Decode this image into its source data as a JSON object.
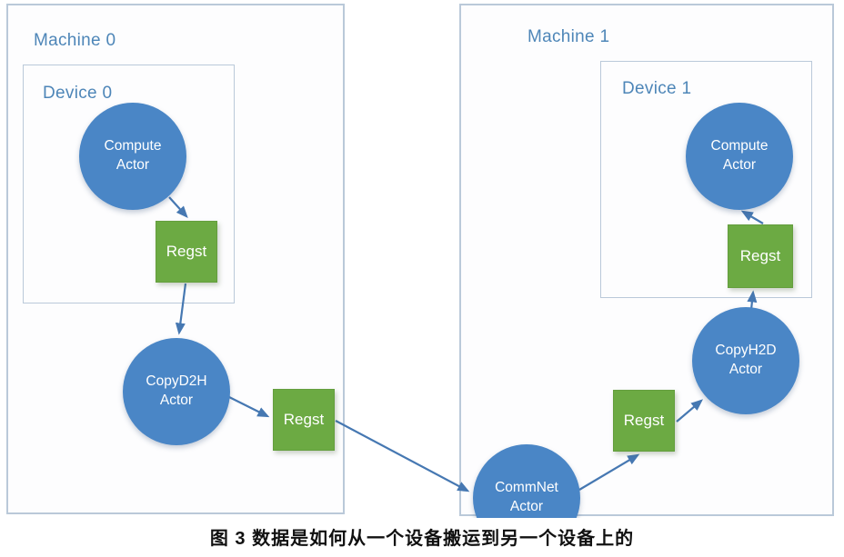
{
  "figure": {
    "caption": "图 3 数据是如何从一个设备搬运到另一个设备上的"
  },
  "containers": {
    "machine0": "Machine 0",
    "device0": "Device 0",
    "machine1": "Machine 1",
    "device1": "Device 1"
  },
  "nodes": {
    "compute0": "Compute Actor",
    "regst_device0": "Regst",
    "copyd2h": "CopyD2H Actor",
    "regst_machine0": "Regst",
    "commnet": "CommNet Actor",
    "regst_machine1": "Regst",
    "copyh2d": "CopyH2D Actor",
    "regst_device1": "Regst",
    "compute1": "Compute Actor"
  },
  "colors": {
    "actor_circle_fill": "#4a86c6",
    "regst_square_fill": "#6caa43",
    "arrow": "#4678b2",
    "container_border": "#bac9d9",
    "container_title_text": "#4e86b8",
    "node_text": "#ffffff",
    "caption_text": "#111111"
  }
}
